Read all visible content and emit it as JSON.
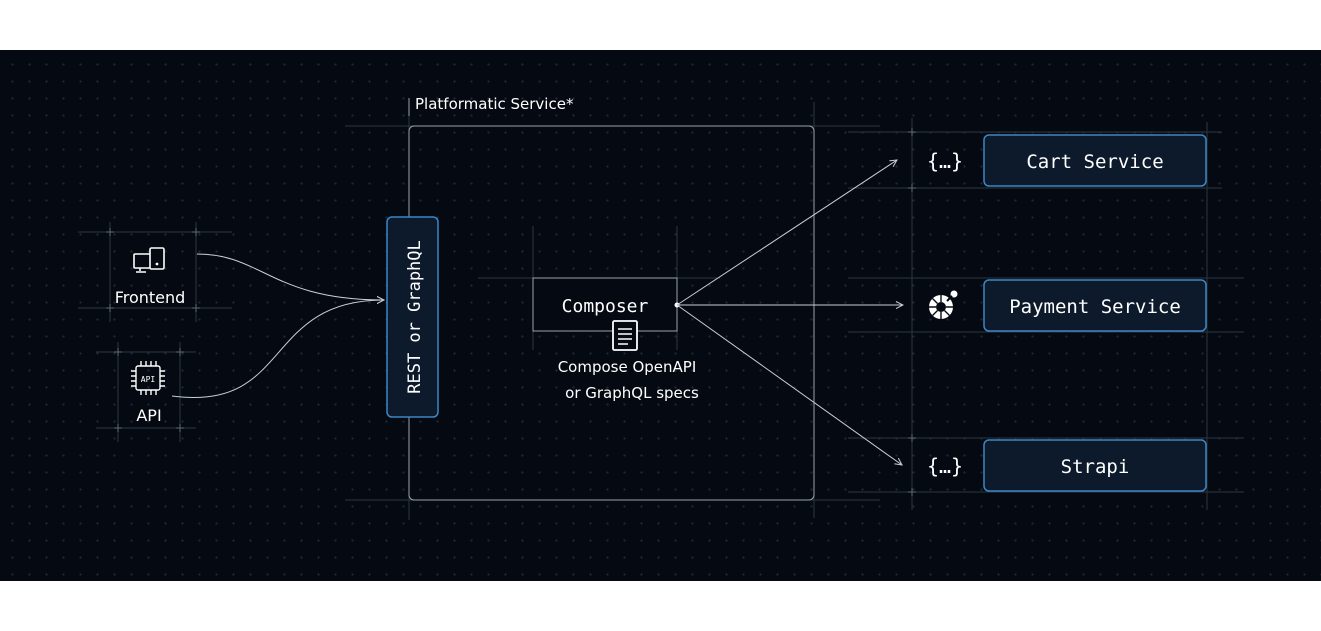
{
  "title": "Platformatic Service*",
  "clients": [
    {
      "id": "frontend",
      "label": "Frontend",
      "icon": "devices-icon"
    },
    {
      "id": "api",
      "label": "API",
      "icon": "api-chip-icon",
      "chip_text": "API"
    }
  ],
  "gateway": {
    "label": "REST or GraphQL"
  },
  "composer": {
    "label": "Composer",
    "icon": "document-icon",
    "caption_line1": "Compose OpenAPI",
    "caption_line2": "or GraphQL specs"
  },
  "services": [
    {
      "id": "cart",
      "label": "Cart Service",
      "icon": "braces-icon",
      "icon_text": "{…}"
    },
    {
      "id": "payment",
      "label": "Payment Service",
      "icon": "openapi-icon"
    },
    {
      "id": "strapi",
      "label": "Strapi",
      "icon": "braces-icon",
      "icon_text": "{…}"
    }
  ],
  "colors": {
    "background": "#050a12",
    "line": "#9aa3ad",
    "guide": "#2c3540",
    "box_fill": "#0c1a2c",
    "box_stroke": "#3d86c6",
    "text": "#ffffff"
  }
}
